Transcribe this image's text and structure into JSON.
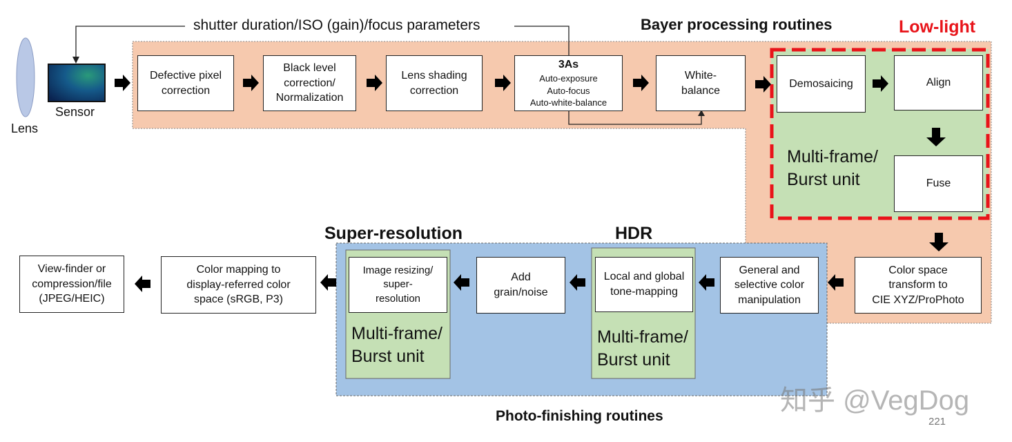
{
  "labels": {
    "lens": "Lens",
    "sensor": "Sensor",
    "feedback": "shutter duration/ISO (gain)/focus parameters",
    "bayer_title": "Bayer processing routines",
    "low_light": "Low-light",
    "super_resolution": "Super-resolution",
    "hdr": "HDR",
    "photo_finishing": "Photo-finishing routines",
    "multi_frame_line1": "Multi-frame/",
    "multi_frame_line2": "Burst unit",
    "watermark": "知乎 @VegDog",
    "page_number": "221"
  },
  "boxes": {
    "defective": [
      "Defective pixel",
      "correction"
    ],
    "black_level": [
      "Black level",
      "correction/",
      "Normalization"
    ],
    "lens_shading": [
      "Lens shading",
      "correction"
    ],
    "three_as_title": "3As",
    "three_as": [
      "Auto-exposure",
      "Auto-focus",
      "Auto-white-balance"
    ],
    "white_balance": [
      "White-",
      "balance"
    ],
    "demosaicing": "Demosaicing",
    "align": "Align",
    "fuse": "Fuse",
    "color_space": [
      "Color space",
      "transform to",
      "CIE XYZ/ProPhoto"
    ],
    "general_color": [
      "General and",
      "selective color",
      "manipulation"
    ],
    "tone_mapping": [
      "Local and global",
      "tone-mapping"
    ],
    "grain": [
      "Add",
      "grain/noise"
    ],
    "resizing": [
      "Image resizing/",
      "super-",
      "resolution"
    ],
    "color_mapping": [
      "Color mapping to",
      "display-referred color",
      "space (sRGB, P3)"
    ],
    "viewfinder": [
      "View-finder or",
      "compression/file",
      "(JPEG/HEIC)"
    ]
  },
  "colors": {
    "bayer_bg": "#f6c9ae",
    "finishing_bg": "#a3c3e5",
    "burst_bg": "#c5e0b5",
    "low_light_red": "#e8141a"
  }
}
